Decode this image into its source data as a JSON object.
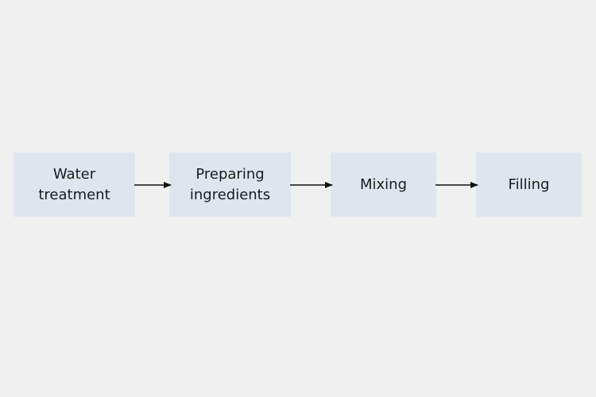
{
  "steps": [
    {
      "label": "Water treatment",
      "lines": [
        "Water",
        "treatment"
      ]
    },
    {
      "label": "Preparing ingredients",
      "lines": [
        "Preparing",
        "ingredients"
      ]
    },
    {
      "label": "Mixing",
      "lines": [
        "Mixing"
      ]
    },
    {
      "label": "Filling",
      "lines": [
        "Filling"
      ]
    }
  ],
  "colors": {
    "background": "#f0f0f0",
    "box_fill": "#dfe5ef",
    "text": "#1a1a1a",
    "arrow": "#111111"
  }
}
